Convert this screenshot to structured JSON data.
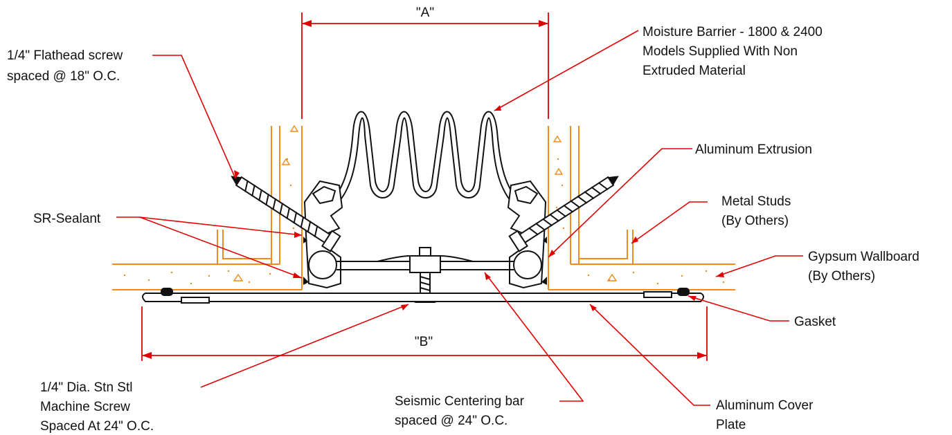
{
  "dimensions": {
    "a_label": "\"A\"",
    "b_label": "\"B\""
  },
  "callouts": {
    "flathead_screw": [
      "1/4\" Flathead screw",
      "spaced @ 18\" O.C."
    ],
    "moisture_barrier": [
      "Moisture Barrier - 1800 & 2400",
      "Models Supplied With Non",
      "Extruded Material"
    ],
    "aluminum_extrusion": [
      "Aluminum Extrusion"
    ],
    "sr_sealant": [
      "SR-Sealant"
    ],
    "metal_studs": [
      "Metal Studs",
      "(By Others)"
    ],
    "gypsum_wallboard": [
      "Gypsum Wallboard",
      "(By Others)"
    ],
    "gasket": [
      "Gasket"
    ],
    "machine_screw": [
      "1/4\" Dia. Stn Stl",
      "Machine Screw",
      "Spaced At 24\" O.C."
    ],
    "centering_bar": [
      "Seismic Centering bar",
      "spaced @ 24\" O.C."
    ],
    "cover_plate": [
      "Aluminum Cover",
      "Plate"
    ]
  },
  "colors": {
    "leader": "#e00000",
    "gypsum": "#f08a1c",
    "linework": "#111111"
  }
}
